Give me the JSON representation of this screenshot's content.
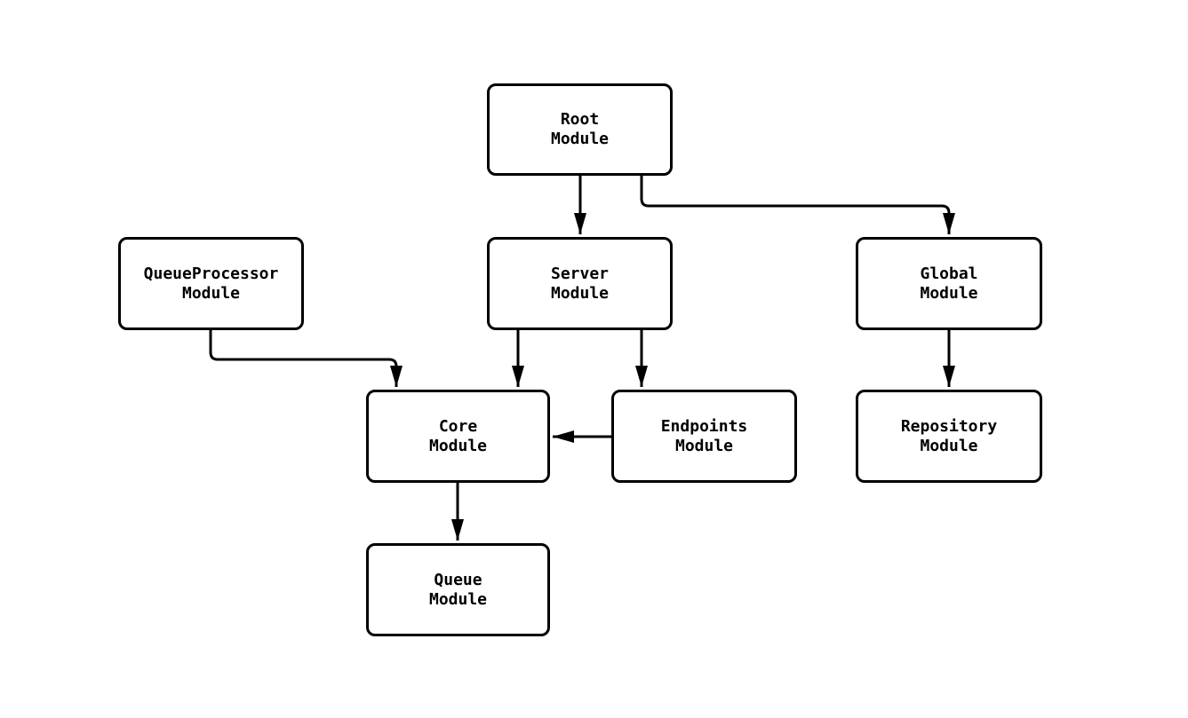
{
  "diagram": {
    "type": "flowchart",
    "background_color": "#ffffff",
    "node_fill_color": "#ffffff",
    "node_border_color": "#000000",
    "edge_color": "#000000",
    "text_color": "#000000",
    "nodes": [
      {
        "id": "root",
        "line1": "Root",
        "line2": "Module"
      },
      {
        "id": "queueprocessor",
        "line1": "QueueProcessor",
        "line2": "Module"
      },
      {
        "id": "server",
        "line1": "Server",
        "line2": "Module"
      },
      {
        "id": "global",
        "line1": "Global",
        "line2": "Module"
      },
      {
        "id": "core",
        "line1": "Core",
        "line2": "Module"
      },
      {
        "id": "endpoints",
        "line1": "Endpoints",
        "line2": "Module"
      },
      {
        "id": "repository",
        "line1": "Repository",
        "line2": "Module"
      },
      {
        "id": "queue",
        "line1": "Queue",
        "line2": "Module"
      }
    ],
    "edges": [
      {
        "from": "Root Module",
        "to": "Server Module"
      },
      {
        "from": "Root Module",
        "to": "Global Module"
      },
      {
        "from": "QueueProcessor Module",
        "to": "Core Module"
      },
      {
        "from": "Server Module",
        "to": "Core Module"
      },
      {
        "from": "Server Module",
        "to": "Endpoints Module"
      },
      {
        "from": "Global Module",
        "to": "Repository Module"
      },
      {
        "from": "Endpoints Module",
        "to": "Core Module"
      },
      {
        "from": "Core Module",
        "to": "Queue Module"
      }
    ]
  }
}
